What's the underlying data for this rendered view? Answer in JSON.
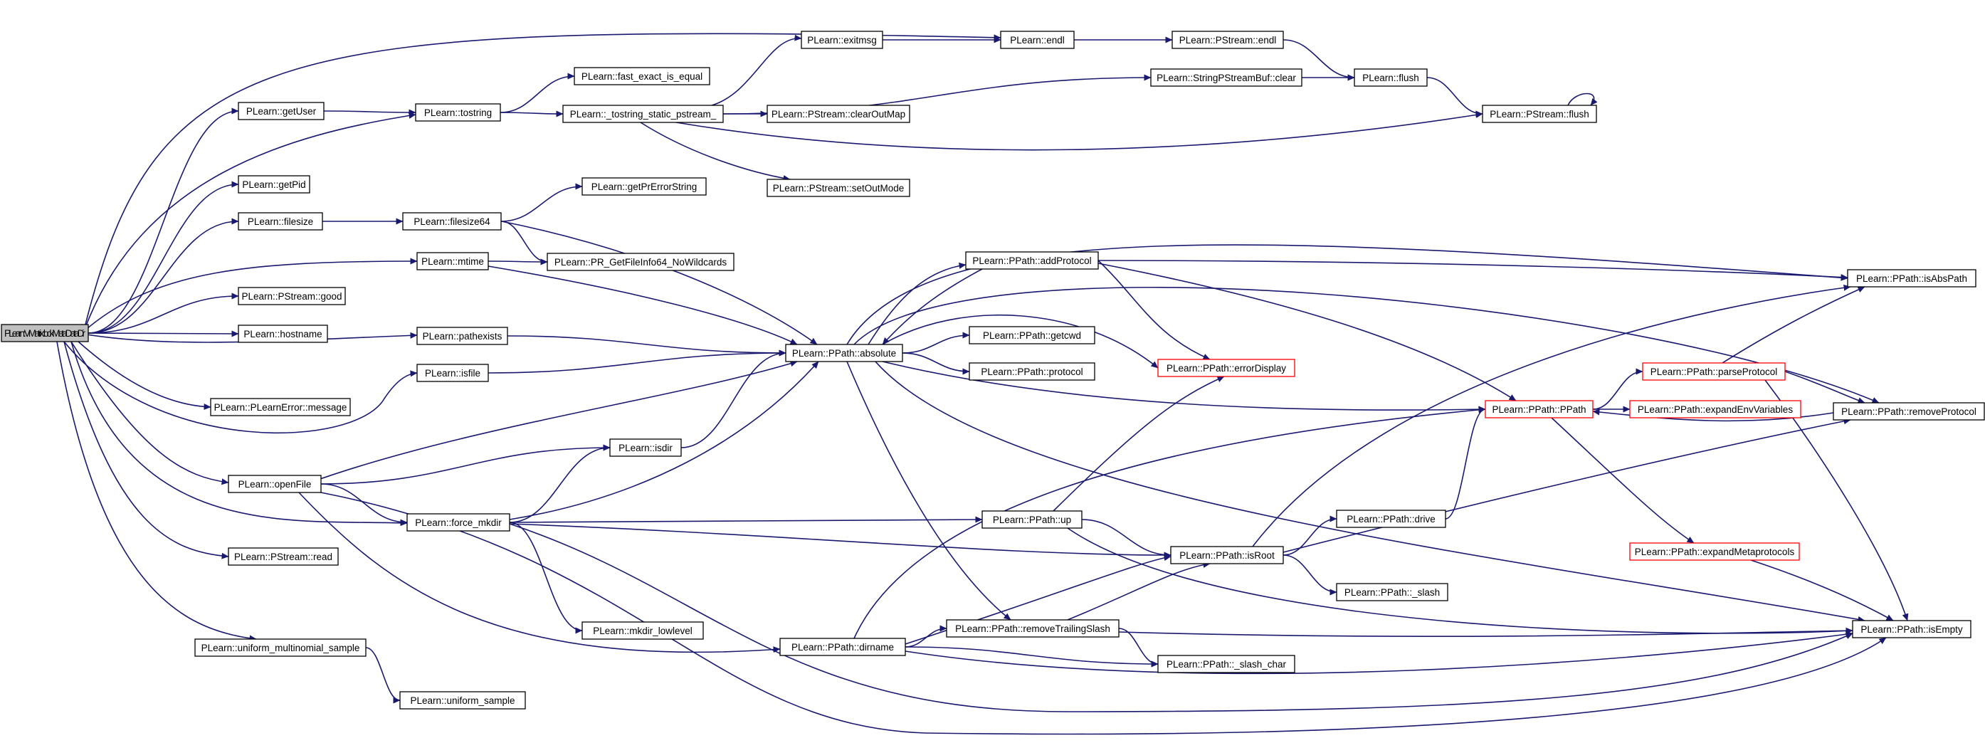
{
  "graph": {
    "colors": {
      "edge": "#191970",
      "root_fill": "#bfbfbf",
      "node_border": "#000000",
      "truncated_border": "#ff0000"
    },
    "nodes": [
      {
        "id": "root",
        "label": "PLearn::VMatrix::lockMetaDataDir",
        "style": "root"
      },
      {
        "id": "getUser",
        "label": "PLearn::getUser",
        "style": "normal"
      },
      {
        "id": "getPid",
        "label": "PLearn::getPid",
        "style": "normal"
      },
      {
        "id": "filesize",
        "label": "PLearn::filesize",
        "style": "normal"
      },
      {
        "id": "mtime",
        "label": "PLearn::mtime",
        "style": "normal"
      },
      {
        "id": "good",
        "label": "PLearn::PStream::good",
        "style": "normal"
      },
      {
        "id": "hostname",
        "label": "PLearn::hostname",
        "style": "normal"
      },
      {
        "id": "pathexists",
        "label": "PLearn::pathexists",
        "style": "normal"
      },
      {
        "id": "isfile",
        "label": "PLearn::isfile",
        "style": "normal"
      },
      {
        "id": "message",
        "label": "PLearn::PLearnError::message",
        "style": "normal"
      },
      {
        "id": "openFile",
        "label": "PLearn::openFile",
        "style": "normal"
      },
      {
        "id": "read",
        "label": "PLearn::PStream::read",
        "style": "normal"
      },
      {
        "id": "ums",
        "label": "PLearn::uniform_multinomial_sample",
        "style": "normal"
      },
      {
        "id": "us",
        "label": "PLearn::uniform_sample",
        "style": "normal"
      },
      {
        "id": "tostring",
        "label": "PLearn::tostring",
        "style": "normal"
      },
      {
        "id": "fee",
        "label": "PLearn::fast_exact_is_equal",
        "style": "normal"
      },
      {
        "id": "tsp",
        "label": "PLearn::_tostring_static_pstream_",
        "style": "normal"
      },
      {
        "id": "exitmsg",
        "label": "PLearn::exitmsg",
        "style": "normal"
      },
      {
        "id": "endl",
        "label": "PLearn::endl",
        "style": "normal"
      },
      {
        "id": "psendl",
        "label": "PLearn::PStream::endl",
        "style": "normal"
      },
      {
        "id": "spsclear",
        "label": "PLearn::StringPStreamBuf::clear",
        "style": "normal"
      },
      {
        "id": "flush",
        "label": "PLearn::flush",
        "style": "normal"
      },
      {
        "id": "psflush",
        "label": "PLearn::PStream::flush",
        "style": "normal"
      },
      {
        "id": "clearOutMap",
        "label": "PLearn::PStream::clearOutMap",
        "style": "normal"
      },
      {
        "id": "setOutMode",
        "label": "PLearn::PStream::setOutMode",
        "style": "normal"
      },
      {
        "id": "filesize64",
        "label": "PLearn::filesize64",
        "style": "normal"
      },
      {
        "id": "getPrErr",
        "label": "PLearn::getPrErrorString",
        "style": "normal"
      },
      {
        "id": "prgfi",
        "label": "PLearn::PR_GetFileInfo64_NoWildcards",
        "style": "normal"
      },
      {
        "id": "absolute",
        "label": "PLearn::PPath::absolute",
        "style": "normal"
      },
      {
        "id": "isdir",
        "label": "PLearn::isdir",
        "style": "normal"
      },
      {
        "id": "force_mkdir",
        "label": "PLearn::force_mkdir",
        "style": "normal"
      },
      {
        "id": "mkdir_ll",
        "label": "PLearn::mkdir_lowlevel",
        "style": "normal"
      },
      {
        "id": "dirname",
        "label": "PLearn::PPath::dirname",
        "style": "normal"
      },
      {
        "id": "addProtocol",
        "label": "PLearn::PPath::addProtocol",
        "style": "normal"
      },
      {
        "id": "getcwd",
        "label": "PLearn::PPath::getcwd",
        "style": "normal"
      },
      {
        "id": "protocol",
        "label": "PLearn::PPath::protocol",
        "style": "normal"
      },
      {
        "id": "up",
        "label": "PLearn::PPath::up",
        "style": "normal"
      },
      {
        "id": "rts",
        "label": "PLearn::PPath::removeTrailingSlash",
        "style": "normal"
      },
      {
        "id": "errorDisplay",
        "label": "PLearn::PPath::errorDisplay",
        "style": "truncated"
      },
      {
        "id": "ppath",
        "label": "PLearn::PPath::PPath",
        "style": "truncated"
      },
      {
        "id": "isRoot",
        "label": "PLearn::PPath::isRoot",
        "style": "normal"
      },
      {
        "id": "drive",
        "label": "PLearn::PPath::drive",
        "style": "normal"
      },
      {
        "id": "slash",
        "label": "PLearn::PPath::_slash",
        "style": "normal"
      },
      {
        "id": "slashchar",
        "label": "PLearn::PPath::_slash_char",
        "style": "normal"
      },
      {
        "id": "parseProtocol",
        "label": "PLearn::PPath::parseProtocol",
        "style": "truncated"
      },
      {
        "id": "expandEnv",
        "label": "PLearn::PPath::expandEnvVariables",
        "style": "truncated"
      },
      {
        "id": "expandMeta",
        "label": "PLearn::PPath::expandMetaprotocols",
        "style": "truncated"
      },
      {
        "id": "isAbsPath",
        "label": "PLearn::PPath::isAbsPath",
        "style": "normal"
      },
      {
        "id": "removeProtocol",
        "label": "PLearn::PPath::removeProtocol",
        "style": "normal"
      },
      {
        "id": "isEmpty",
        "label": "PLearn::PPath::isEmpty",
        "style": "normal"
      }
    ],
    "edges": [
      [
        "root",
        "endl"
      ],
      [
        "root",
        "getUser"
      ],
      [
        "root",
        "tostring"
      ],
      [
        "root",
        "getPid"
      ],
      [
        "root",
        "filesize"
      ],
      [
        "root",
        "mtime"
      ],
      [
        "root",
        "good"
      ],
      [
        "root",
        "hostname"
      ],
      [
        "root",
        "pathexists"
      ],
      [
        "root",
        "isfile"
      ],
      [
        "root",
        "message"
      ],
      [
        "root",
        "openFile"
      ],
      [
        "root",
        "force_mkdir"
      ],
      [
        "root",
        "read"
      ],
      [
        "root",
        "ums"
      ],
      [
        "getUser",
        "tostring"
      ],
      [
        "tostring",
        "fee"
      ],
      [
        "tostring",
        "tsp"
      ],
      [
        "tsp",
        "exitmsg"
      ],
      [
        "tsp",
        "spsclear"
      ],
      [
        "tsp",
        "clearOutMap"
      ],
      [
        "tsp",
        "psflush"
      ],
      [
        "tsp",
        "setOutMode"
      ],
      [
        "exitmsg",
        "endl"
      ],
      [
        "endl",
        "psendl"
      ],
      [
        "psendl",
        "flush"
      ],
      [
        "spsclear",
        "flush"
      ],
      [
        "flush",
        "psflush"
      ],
      [
        "psflush",
        "psflush"
      ],
      [
        "filesize",
        "filesize64"
      ],
      [
        "filesize64",
        "getPrErr"
      ],
      [
        "filesize64",
        "prgfi"
      ],
      [
        "filesize64",
        "absolute"
      ],
      [
        "mtime",
        "prgfi"
      ],
      [
        "mtime",
        "absolute"
      ],
      [
        "pathexists",
        "absolute"
      ],
      [
        "isfile",
        "absolute"
      ],
      [
        "openFile",
        "absolute"
      ],
      [
        "openFile",
        "isdir"
      ],
      [
        "openFile",
        "force_mkdir"
      ],
      [
        "openFile",
        "dirname"
      ],
      [
        "openFile",
        "isEmpty"
      ],
      [
        "isdir",
        "absolute"
      ],
      [
        "force_mkdir",
        "isdir"
      ],
      [
        "force_mkdir",
        "absolute"
      ],
      [
        "force_mkdir",
        "up"
      ],
      [
        "force_mkdir",
        "isRoot"
      ],
      [
        "force_mkdir",
        "mkdir_ll"
      ],
      [
        "force_mkdir",
        "isEmpty"
      ],
      [
        "ums",
        "us"
      ],
      [
        "absolute",
        "addProtocol"
      ],
      [
        "absolute",
        "getcwd"
      ],
      [
        "absolute",
        "protocol"
      ],
      [
        "absolute",
        "errorDisplay"
      ],
      [
        "absolute",
        "isAbsPath"
      ],
      [
        "absolute",
        "removeProtocol"
      ],
      [
        "absolute",
        "ppath"
      ],
      [
        "absolute",
        "rts"
      ],
      [
        "absolute",
        "isEmpty"
      ],
      [
        "addProtocol",
        "absolute"
      ],
      [
        "addProtocol",
        "isAbsPath"
      ],
      [
        "addProtocol",
        "errorDisplay"
      ],
      [
        "addProtocol",
        "ppath"
      ],
      [
        "up",
        "errorDisplay"
      ],
      [
        "up",
        "isRoot"
      ],
      [
        "up",
        "isEmpty"
      ],
      [
        "dirname",
        "rts"
      ],
      [
        "dirname",
        "isRoot"
      ],
      [
        "dirname",
        "ppath"
      ],
      [
        "dirname",
        "slashchar"
      ],
      [
        "dirname",
        "isEmpty"
      ],
      [
        "rts",
        "isRoot"
      ],
      [
        "rts",
        "slashchar"
      ],
      [
        "rts",
        "isEmpty"
      ],
      [
        "isRoot",
        "drive"
      ],
      [
        "isRoot",
        "slash"
      ],
      [
        "isRoot",
        "isAbsPath"
      ],
      [
        "isRoot",
        "removeProtocol"
      ],
      [
        "drive",
        "ppath"
      ],
      [
        "ppath",
        "parseProtocol"
      ],
      [
        "ppath",
        "expandEnv"
      ],
      [
        "ppath",
        "expandMeta"
      ],
      [
        "parseProtocol",
        "isAbsPath"
      ],
      [
        "parseProtocol",
        "removeProtocol"
      ],
      [
        "parseProtocol",
        "isEmpty"
      ],
      [
        "removeProtocol",
        "ppath"
      ],
      [
        "expandMeta",
        "isEmpty"
      ]
    ]
  }
}
